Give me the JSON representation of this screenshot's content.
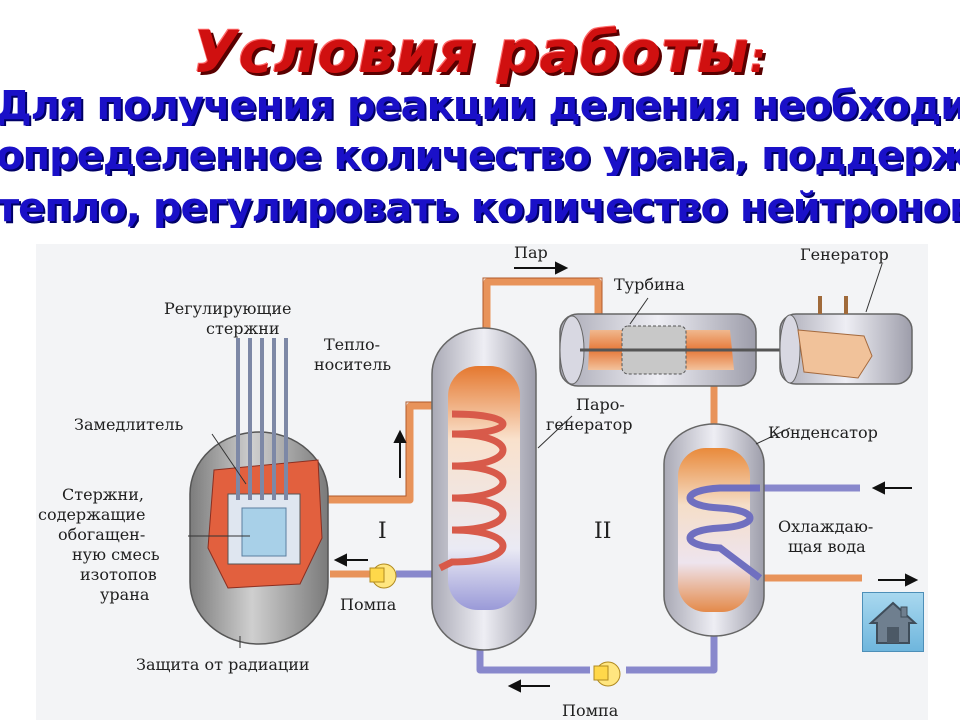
{
  "title": "Условия работы",
  "title_colon": ":",
  "overlapping_text": [
    "Для получения реакции деления необходимо иметь в активной зоне",
    "определенное количество урана, поддерживать температуру, отводить",
    "тепло, регулировать количество нейтронов, защищать от радиации жидко"
  ],
  "labels": {
    "regulating_rods": [
      "Регулирующие",
      "стержни"
    ],
    "coolant": [
      "Тепло-",
      "носитель"
    ],
    "moderator": "Замедлитель",
    "fuel_rods": [
      "Стержни,",
      "содержащие",
      "обогащен-",
      "ную смесь",
      "изотопов",
      "урана"
    ],
    "pump_1": "Помпа",
    "radiation_shield": "Защита от радиации",
    "steam": "Пар",
    "turbine": "Турбина",
    "generator": "Генератор",
    "steam_generator": [
      "Паро-",
      "генератор"
    ],
    "condenser": "Конденсатор",
    "cooling_water": [
      "Охлаждаю-",
      "щая вода"
    ],
    "pump_2": "Помпа",
    "circuit_1": "I",
    "circuit_2": "II"
  },
  "colors": {
    "title_red": "#d01010",
    "text_blue": "#1a10c8",
    "hot_pipe": "#e8935a",
    "cold_pipe": "#8080c8",
    "vessel_gray": "#a8a8a8"
  },
  "home_icon": "home-icon"
}
